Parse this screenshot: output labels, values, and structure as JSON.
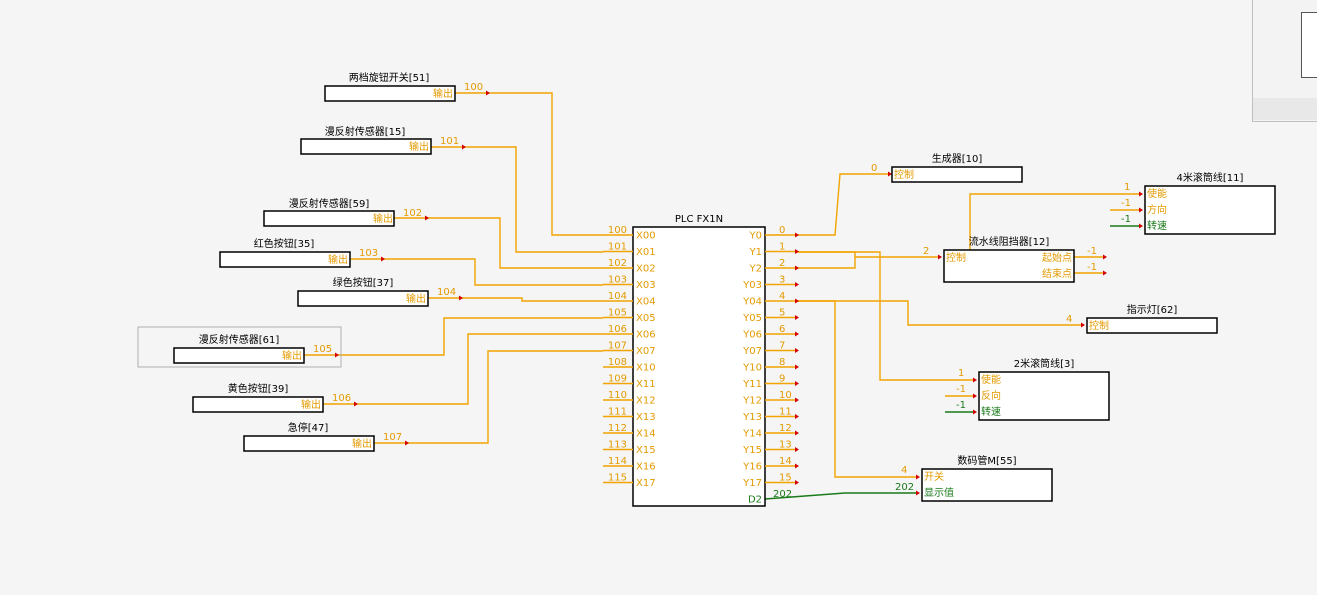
{
  "plc": {
    "title": "PLC FX1N",
    "inputs": [
      "X00",
      "X01",
      "X02",
      "X03",
      "X04",
      "X05",
      "X06",
      "X07",
      "X10",
      "X11",
      "X12",
      "X13",
      "X14",
      "X15",
      "X16",
      "X17"
    ],
    "input_addrs": [
      "100",
      "101",
      "102",
      "103",
      "104",
      "105",
      "106",
      "107",
      "108",
      "109",
      "110",
      "111",
      "112",
      "113",
      "114",
      "115"
    ],
    "outputs": [
      "Y0",
      "Y1",
      "Y2",
      "Y03",
      "Y04",
      "Y05",
      "Y06",
      "Y07",
      "Y10",
      "Y11",
      "Y12",
      "Y13",
      "Y14",
      "Y15",
      "Y16",
      "Y17"
    ],
    "output_addrs": [
      "0",
      "1",
      "2",
      "3",
      "4",
      "5",
      "6",
      "7",
      "8",
      "9",
      "10",
      "11",
      "12",
      "13",
      "14",
      "15"
    ],
    "data_out": "D2",
    "data_out_addr": "202"
  },
  "input_blocks": [
    {
      "title": "两档旋钮开关[51]",
      "port": "输出",
      "addr": "100"
    },
    {
      "title": "漫反射传感器[15]",
      "port": "输出",
      "addr": "101"
    },
    {
      "title": "漫反射传感器[59]",
      "port": "输出",
      "addr": "102"
    },
    {
      "title": "红色按钮[35]",
      "port": "输出",
      "addr": "103"
    },
    {
      "title": "绿色按钮[37]",
      "port": "输出",
      "addr": "104"
    },
    {
      "title": "漫反射传感器[61]",
      "port": "输出",
      "addr": "105"
    },
    {
      "title": "黄色按钮[39]",
      "port": "输出",
      "addr": "106"
    },
    {
      "title": "急停[47]",
      "port": "输出",
      "addr": "107"
    }
  ],
  "output_blocks": {
    "generator": {
      "title": "生成器[10]",
      "port": "控制",
      "addr": "0"
    },
    "conveyor4": {
      "title": "4米滚筒线[11]",
      "ports": [
        "使能",
        "方向",
        "转速"
      ],
      "addrs": [
        "1",
        "-1",
        "-1"
      ]
    },
    "stopper": {
      "title": "流水线阻挡器[12]",
      "in_port": "控制",
      "in_addr": "2",
      "out_ports": [
        "起始点",
        "结束点"
      ],
      "out_addrs": [
        "-1",
        "-1"
      ]
    },
    "indicator": {
      "title": "指示灯[62]",
      "port": "控制",
      "addr": "4"
    },
    "conveyor2": {
      "title": "2米滚筒线[3]",
      "ports": [
        "使能",
        "反向",
        "转速"
      ],
      "addrs": [
        "1",
        "-1",
        "-1"
      ]
    },
    "display": {
      "title": "数码管M[55]",
      "ports": [
        "开关",
        "显示值"
      ],
      "addrs": [
        "4",
        "202"
      ]
    }
  },
  "colors": {
    "signal": "#f2a400",
    "data": "#1a7a1a",
    "block_border": "#000000"
  }
}
